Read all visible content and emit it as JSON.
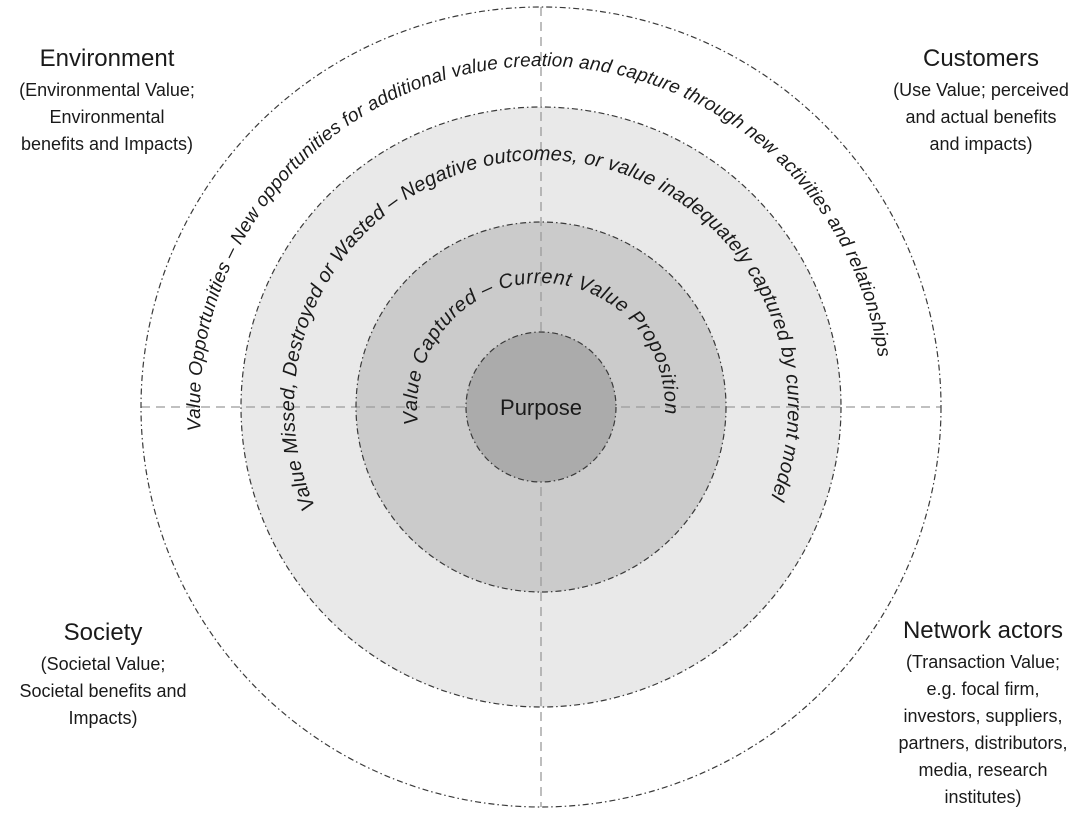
{
  "figure": {
    "purpose_label": "Purpose",
    "ring_captured_label": "Value Captured – Current Value Proposition",
    "ring_missed_label": "Value Missed, Destroyed or Wasted – Negative outcomes, or value inadequately captured by current model",
    "ring_opportunities_label": "Value Opportunities – New opportunities for additional value creation and capture through new activities and relationships",
    "colors": {
      "purpose_fill": "#ABABAB",
      "captured_fill": "#CBCBCB",
      "missed_fill": "#E9E9E9",
      "opportunities_fill": "#FFFFFF",
      "outline": "#3A3A3A",
      "axis": "#9B9B9B",
      "text": "#1A1A1A"
    }
  },
  "stakeholders": {
    "environment": {
      "title": "Environment",
      "lines": [
        "(Environmental Value;",
        "Environmental",
        "benefits and Impacts)"
      ]
    },
    "customers": {
      "title": "Customers",
      "lines": [
        "(Use Value; perceived",
        "and actual benefits",
        "and impacts)"
      ]
    },
    "society": {
      "title": "Society",
      "lines": [
        "(Societal Value;",
        "Societal benefits and",
        "Impacts)"
      ]
    },
    "network_actors": {
      "title": "Network actors",
      "lines": [
        "(Transaction Value;",
        "e.g. focal firm,",
        "investors, suppliers,",
        "partners, distributors,",
        "media, research",
        "institutes)"
      ]
    }
  }
}
